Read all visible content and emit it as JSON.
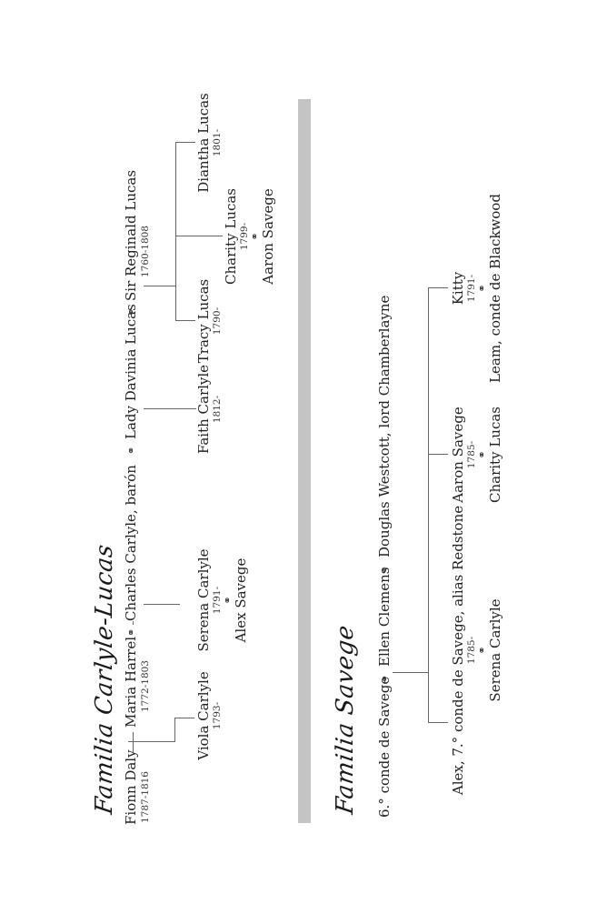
{
  "families": [
    {
      "title": "Familia Carlyle-Lucas",
      "couple_symbol": "⚭",
      "generation1": [
        {
          "name": "Fionn Daly",
          "years": "1787-1816"
        },
        {
          "name": "Maria Harrel",
          "years": "1772-1803"
        },
        {
          "name": "Charles Carlyle, barón",
          "years": ""
        },
        {
          "name": "Lady Davinia Lucas",
          "years": ""
        },
        {
          "name": "Sir Reginald Lucas",
          "years": "1760-1808"
        }
      ],
      "children": [
        {
          "name": "Viola Carlyle",
          "years": "1793-",
          "spouse": ""
        },
        {
          "name": "Serena Carlyle",
          "years": "1791-",
          "spouse": "Alex Savege"
        },
        {
          "name": "Faith Carlyle",
          "years": "1812-",
          "spouse": ""
        },
        {
          "name": "Tracy Lucas",
          "years": "1790-",
          "spouse": ""
        },
        {
          "name": "Charity Lucas",
          "years": "1799-",
          "spouse": "Aaron Savege"
        },
        {
          "name": "Diantha Lucas",
          "years": "1801-",
          "spouse": ""
        }
      ]
    },
    {
      "title": "Familia Savege",
      "couple_symbol": "⚭",
      "generation1": [
        {
          "name": "6.° conde de Savege",
          "years": ""
        },
        {
          "name": "Ellen Clemens",
          "years": ""
        },
        {
          "name": "Douglas Westcott, lord Chamberlayne",
          "years": ""
        }
      ],
      "children": [
        {
          "name": "Alex, 7.° conde de Savege, alias Redstone",
          "years": "1785-",
          "spouse": "Serena Carlyle"
        },
        {
          "name": "Aaron Savege",
          "years": "1785-",
          "spouse": "Charity Lucas"
        },
        {
          "name": "Kitty",
          "years": "1791-",
          "spouse": "Leam, conde de Blackwood"
        }
      ]
    }
  ],
  "colors": {
    "divider": "#c4c4c4",
    "lines": "#666666",
    "text": "#222222"
  }
}
